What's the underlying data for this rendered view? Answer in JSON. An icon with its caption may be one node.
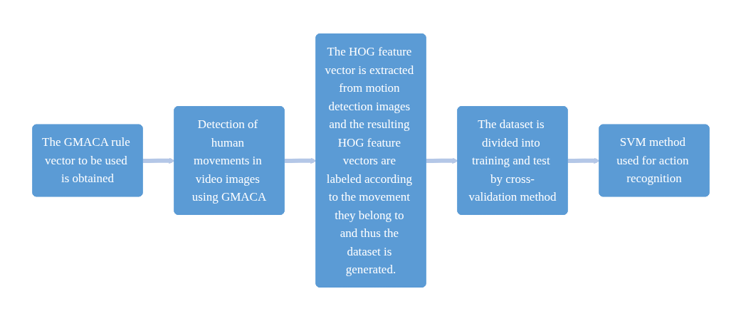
{
  "diagram": {
    "nodes": [
      {
        "text": [
          "The GMACA rule vector to be used is obtained"
        ]
      },
      {
        "text": [
          "Detection of human movements in video images using GMACA"
        ]
      },
      {
        "text": [
          "The HOG feature vector is extracted from motion detection images and the resulting HOG feature vectors are labeled according to the movement they belong to and thus the dataset is generated."
        ]
      },
      {
        "text": [
          "The dataset is divided into training and test by cross-validation method"
        ]
      },
      {
        "text": [
          "SVM method used for action recognition"
        ]
      }
    ],
    "edges": [
      {
        "from": 0,
        "to": 1,
        "arrow": "to"
      },
      {
        "from": 1,
        "to": 2,
        "arrow": "to"
      },
      {
        "from": 2,
        "to": 3,
        "arrow": "to"
      },
      {
        "from": 3,
        "to": 4,
        "arrow": "to"
      }
    ]
  }
}
